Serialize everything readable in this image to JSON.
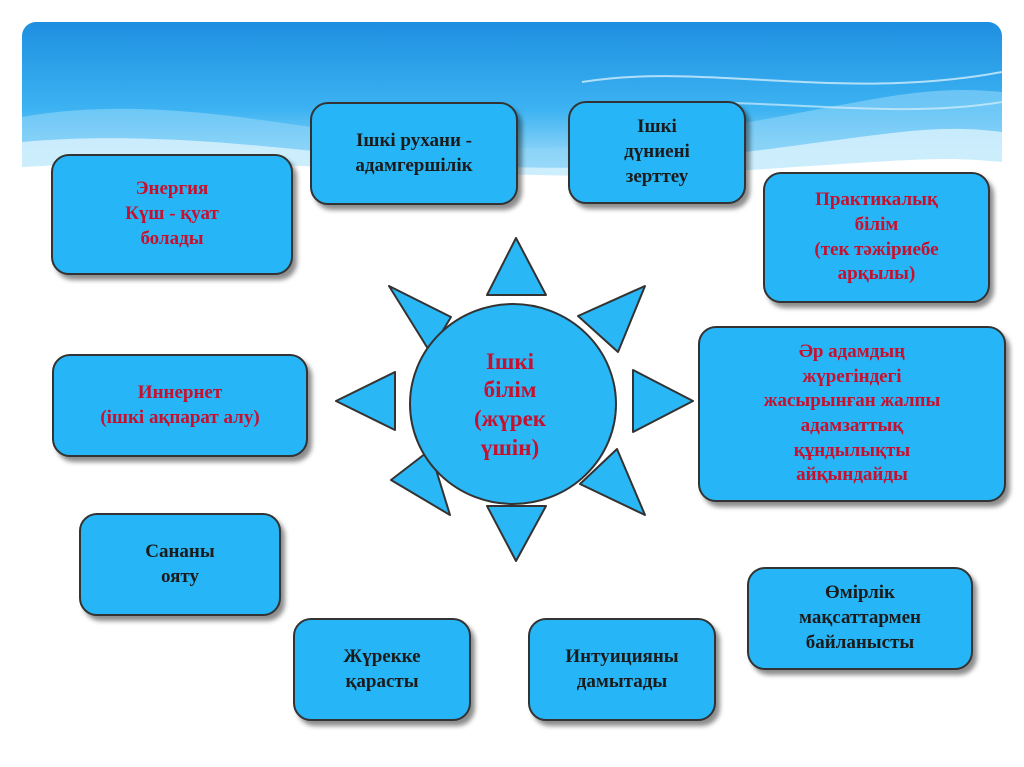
{
  "diagram": {
    "center": "Ішкі\nбілім\n(жүрек\nүшін)",
    "boxes": [
      {
        "id": "inner-spiritual",
        "text": "Ішкі рухани -\nадамгершілік",
        "color": "dark"
      },
      {
        "id": "explore-inner-world",
        "text": "Ішкі\nдүниені\nзерттеу",
        "color": "dark"
      },
      {
        "id": "energy",
        "text": "Энергия\nКүш - қуат\nболады",
        "color": "red"
      },
      {
        "id": "practical-knowledge",
        "text": "Практикалық\nбілім\n(тек тәжіриебе\nарқылы)",
        "color": "red"
      },
      {
        "id": "innernet",
        "text": "Иннернет\n(ішкі ақпарат алу)",
        "color": "red"
      },
      {
        "id": "human-values",
        "text": "Әр адамдың\nжүрегіндегі\nжасырынған жалпы\nадамзаттық\nқұндылықты\nайқындайды",
        "color": "red"
      },
      {
        "id": "awaken-mind",
        "text": "Сананы\nояту",
        "color": "dark"
      },
      {
        "id": "life-goals",
        "text": "Өмірлік\nмақсаттармен\nбайланысты",
        "color": "dark"
      },
      {
        "id": "heart-related",
        "text": "Жүрекке\nқарасты",
        "color": "dark"
      },
      {
        "id": "develop-intuition",
        "text": "Интуицияны\nдамытады",
        "color": "dark"
      }
    ]
  },
  "colors": {
    "box_fill": "#26b6f7",
    "red_text": "#c8102e",
    "dark_text": "#1b1b1b",
    "sun_fill": "#29b7f5"
  }
}
